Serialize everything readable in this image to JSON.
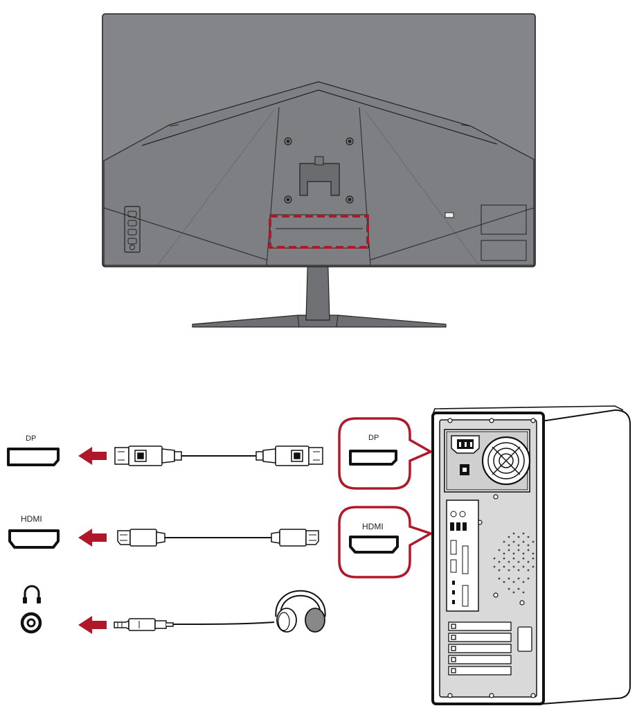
{
  "labels": {
    "dp_left": "DP",
    "hdmi_left": "HDMI",
    "dp_callout": "DP",
    "hdmi_callout": "HDMI"
  },
  "colors": {
    "accent_red": "#b0182a",
    "monitor_gray": "#838588",
    "outline": "#222222",
    "ink": "#111111"
  },
  "icons": {
    "headphone_port": "headphone-icon",
    "dp_port": "displayport-port-icon",
    "hdmi_port": "hdmi-port-icon"
  }
}
